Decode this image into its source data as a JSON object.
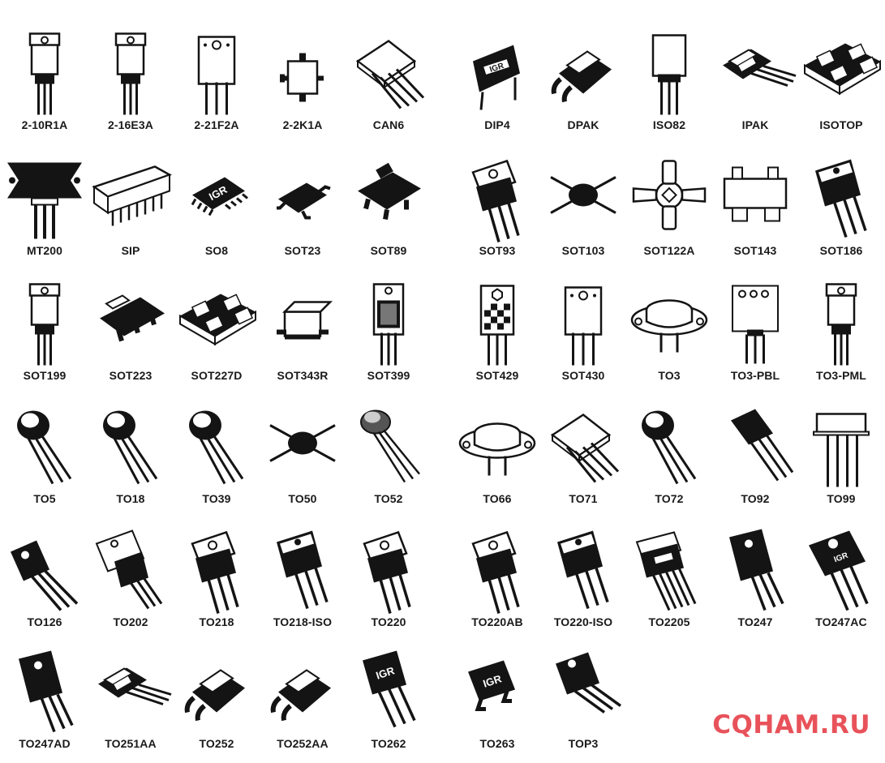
{
  "packages": [
    {
      "name": "2-10R1A",
      "kind": "flange3"
    },
    {
      "name": "2-16E3A",
      "kind": "flange3"
    },
    {
      "name": "2-21F2A",
      "kind": "flange3big"
    },
    {
      "name": "2-2K1A",
      "kind": "smd4flat"
    },
    {
      "name": "CAN6",
      "kind": "can6"
    },
    {
      "name": "DIP4",
      "kind": "dip4"
    },
    {
      "name": "DPAK",
      "kind": "dpak"
    },
    {
      "name": "ISO82",
      "kind": "iso"
    },
    {
      "name": "IPAK",
      "kind": "ipak"
    },
    {
      "name": "ISOTOP",
      "kind": "isotop"
    },
    {
      "name": "MT200",
      "kind": "mt200"
    },
    {
      "name": "SIP",
      "kind": "sip"
    },
    {
      "name": "SO8",
      "kind": "so8"
    },
    {
      "name": "SOT23",
      "kind": "sot23"
    },
    {
      "name": "SOT89",
      "kind": "sot89"
    },
    {
      "name": "SOT93",
      "kind": "to218"
    },
    {
      "name": "SOT103",
      "kind": "cross"
    },
    {
      "name": "SOT122A",
      "kind": "sot122"
    },
    {
      "name": "SOT143",
      "kind": "sot143"
    },
    {
      "name": "SOT186",
      "kind": "to220iso"
    },
    {
      "name": "SOT199",
      "kind": "flange3"
    },
    {
      "name": "SOT223",
      "kind": "sot223"
    },
    {
      "name": "SOT227D",
      "kind": "isotop"
    },
    {
      "name": "SOT343R",
      "kind": "sot343"
    },
    {
      "name": "SOT399",
      "kind": "sot399"
    },
    {
      "name": "SOT429",
      "kind": "sot429"
    },
    {
      "name": "SOT430",
      "kind": "flange3big"
    },
    {
      "name": "TO3",
      "kind": "to3"
    },
    {
      "name": "TO3-PBL",
      "kind": "to3pbl"
    },
    {
      "name": "TO3-PML",
      "kind": "flange3"
    },
    {
      "name": "TO5",
      "kind": "can3"
    },
    {
      "name": "TO18",
      "kind": "can3"
    },
    {
      "name": "TO39",
      "kind": "can3"
    },
    {
      "name": "TO50",
      "kind": "cross"
    },
    {
      "name": "TO52",
      "kind": "can3small"
    },
    {
      "name": "TO66",
      "kind": "to3"
    },
    {
      "name": "TO71",
      "kind": "can6"
    },
    {
      "name": "TO72",
      "kind": "can3"
    },
    {
      "name": "TO92",
      "kind": "to92"
    },
    {
      "name": "TO99",
      "kind": "to99"
    },
    {
      "name": "TO126",
      "kind": "to126"
    },
    {
      "name": "TO202",
      "kind": "to202"
    },
    {
      "name": "TO218",
      "kind": "to218"
    },
    {
      "name": "TO218-ISO",
      "kind": "to220iso"
    },
    {
      "name": "TO220",
      "kind": "to218"
    },
    {
      "name": "TO220AB",
      "kind": "to218"
    },
    {
      "name": "TO220-ISO",
      "kind": "to220iso"
    },
    {
      "name": "TO2205",
      "kind": "to2205"
    },
    {
      "name": "TO247",
      "kind": "to247"
    },
    {
      "name": "TO247AC",
      "kind": "to247ac"
    },
    {
      "name": "TO247AD",
      "kind": "to247"
    },
    {
      "name": "TO251AA",
      "kind": "ipak"
    },
    {
      "name": "TO252",
      "kind": "dpak"
    },
    {
      "name": "TO252AA",
      "kind": "dpak"
    },
    {
      "name": "TO262",
      "kind": "to262"
    },
    {
      "name": "TO263",
      "kind": "to263"
    },
    {
      "name": "TOP3",
      "kind": "top3"
    }
  ],
  "watermark": "CQHAM.RU",
  "colors": {
    "ink": "#141414",
    "label": "#1a1a1a",
    "watermark": "#e8525a"
  }
}
